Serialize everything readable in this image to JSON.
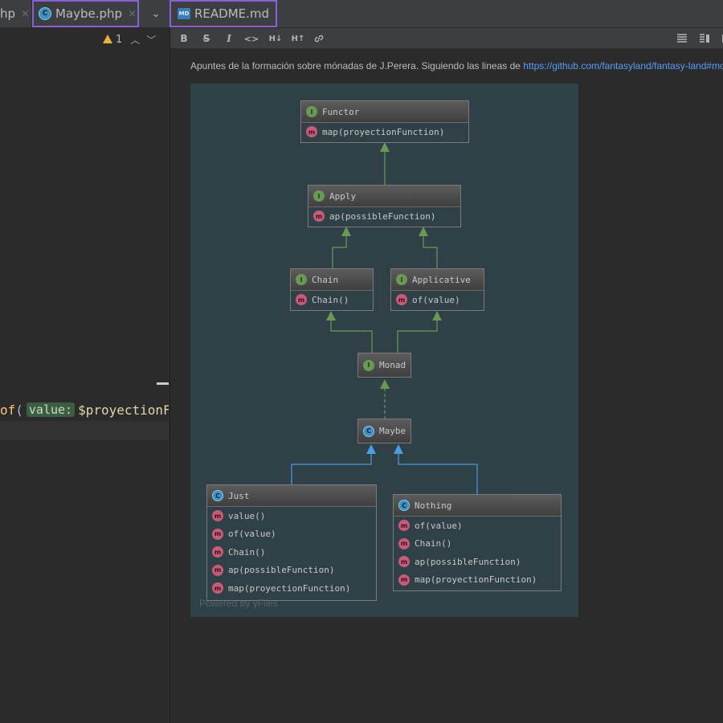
{
  "tabs": [
    {
      "label": "hp",
      "icon": "php-file-icon"
    },
    {
      "label": "Maybe.php",
      "icon": "php-class-icon",
      "badge": "C"
    },
    {
      "label": "README.md",
      "icon": "markdown-file-icon",
      "badge": "MD"
    }
  ],
  "editor": {
    "warning_count": "1",
    "code": {
      "call": "of",
      "paren": "(",
      "param_hint": "value:",
      "arg": "$proyectionFu"
    }
  },
  "toolbar": {
    "bold": "B",
    "strike": "S",
    "italic": "I",
    "code": "<>",
    "h_down": "H↓",
    "h_up": "H↑"
  },
  "readme": {
    "intro_text": "Apuntes de la formación sobre mónadas de J.Perera. Siguiendo las lineas de ",
    "link_text": "https://github.com/fantasyland/fantasy-land#monad"
  },
  "diagram": {
    "watermark": "Powered by yFiles",
    "nodes": {
      "functor": {
        "kind": "I",
        "name": "Functor",
        "methods": [
          "map(proyectionFunction)"
        ]
      },
      "apply": {
        "kind": "I",
        "name": "Apply",
        "methods": [
          "ap(possibleFunction)"
        ]
      },
      "chain": {
        "kind": "I",
        "name": "Chain",
        "methods": [
          "Chain()"
        ]
      },
      "applicative": {
        "kind": "I",
        "name": "Applicative",
        "methods": [
          "of(value)"
        ]
      },
      "monad": {
        "kind": "I",
        "name": "Monad",
        "methods": []
      },
      "maybe": {
        "kind": "C",
        "name": "Maybe",
        "methods": []
      },
      "just": {
        "kind": "C",
        "name": "Just",
        "methods": [
          "value()",
          "of(value)",
          "Chain()",
          "ap(possibleFunction)",
          "map(proyectionFunction)"
        ]
      },
      "nothing": {
        "kind": "C",
        "name": "Nothing",
        "methods": [
          "of(value)",
          "Chain()",
          "ap(possibleFunction)",
          "map(proyectionFunction)"
        ]
      }
    },
    "colors": {
      "interface_edge": "#6a9955",
      "class_edge": "#4a9de0",
      "background": "#2f4147"
    }
  }
}
